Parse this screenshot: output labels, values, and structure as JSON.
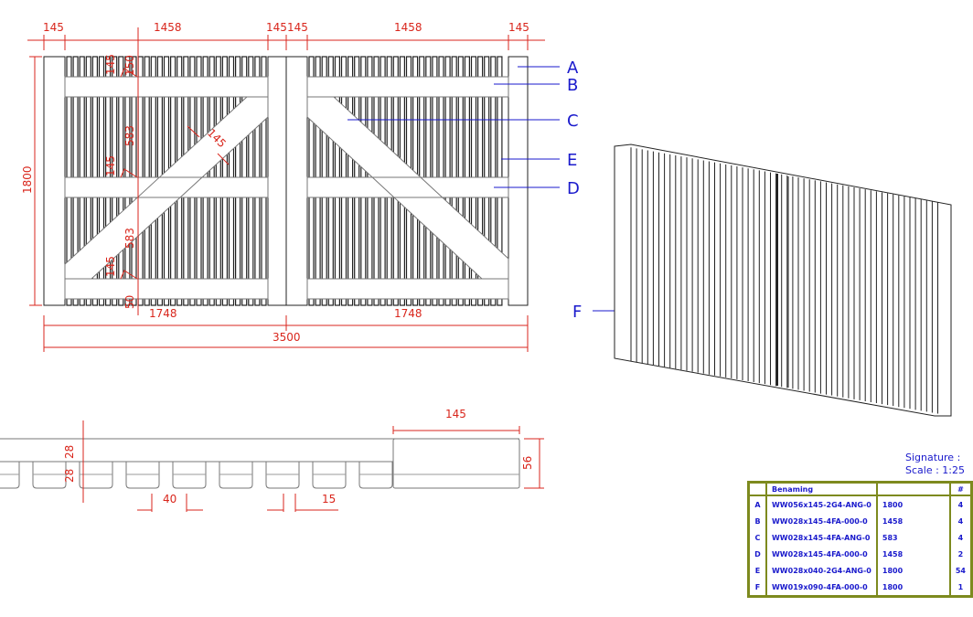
{
  "front_view": {
    "top_dims": [
      "145",
      "1458",
      "145",
      "145",
      "1458",
      "145"
    ],
    "height_dim": "1800",
    "left_leaf_dims": [
      "145",
      "150",
      "583",
      "145",
      "583",
      "145",
      "50"
    ],
    "brace_width_dim": "145",
    "bottom_dims": [
      "1748",
      "1748"
    ],
    "total_width_dim": "3500",
    "labels": [
      "A",
      "B",
      "C",
      "E",
      "D"
    ]
  },
  "iso_view": {
    "label": "F"
  },
  "profile_view": {
    "width_dim": "145",
    "depth_dims": [
      "28",
      "28"
    ],
    "thickness_dim": "56",
    "slat_dim": "40",
    "gap_dim": "15"
  },
  "title_block": {
    "signature_label": "Signature :",
    "scale_label": "Scale :  1:25"
  },
  "parts_table": {
    "header": [
      "",
      "Benaming",
      "",
      "#"
    ],
    "rows": [
      {
        "id": "A",
        "code": "WW056x145-2G4-ANG-0",
        "length": "1800",
        "qty": "4"
      },
      {
        "id": "B",
        "code": "WW028x145-4FA-000-0",
        "length": "1458",
        "qty": "4"
      },
      {
        "id": "C",
        "code": "WW028x145-4FA-ANG-0",
        "length": "583",
        "qty": "4"
      },
      {
        "id": "D",
        "code": "WW028x145-4FA-000-0",
        "length": "1458",
        "qty": "2"
      },
      {
        "id": "E",
        "code": "WW028x040-2G4-ANG-0",
        "length": "1800",
        "qty": "54"
      },
      {
        "id": "F",
        "code": "WW019x090-4FA-000-0",
        "length": "1800",
        "qty": "1"
      }
    ]
  }
}
